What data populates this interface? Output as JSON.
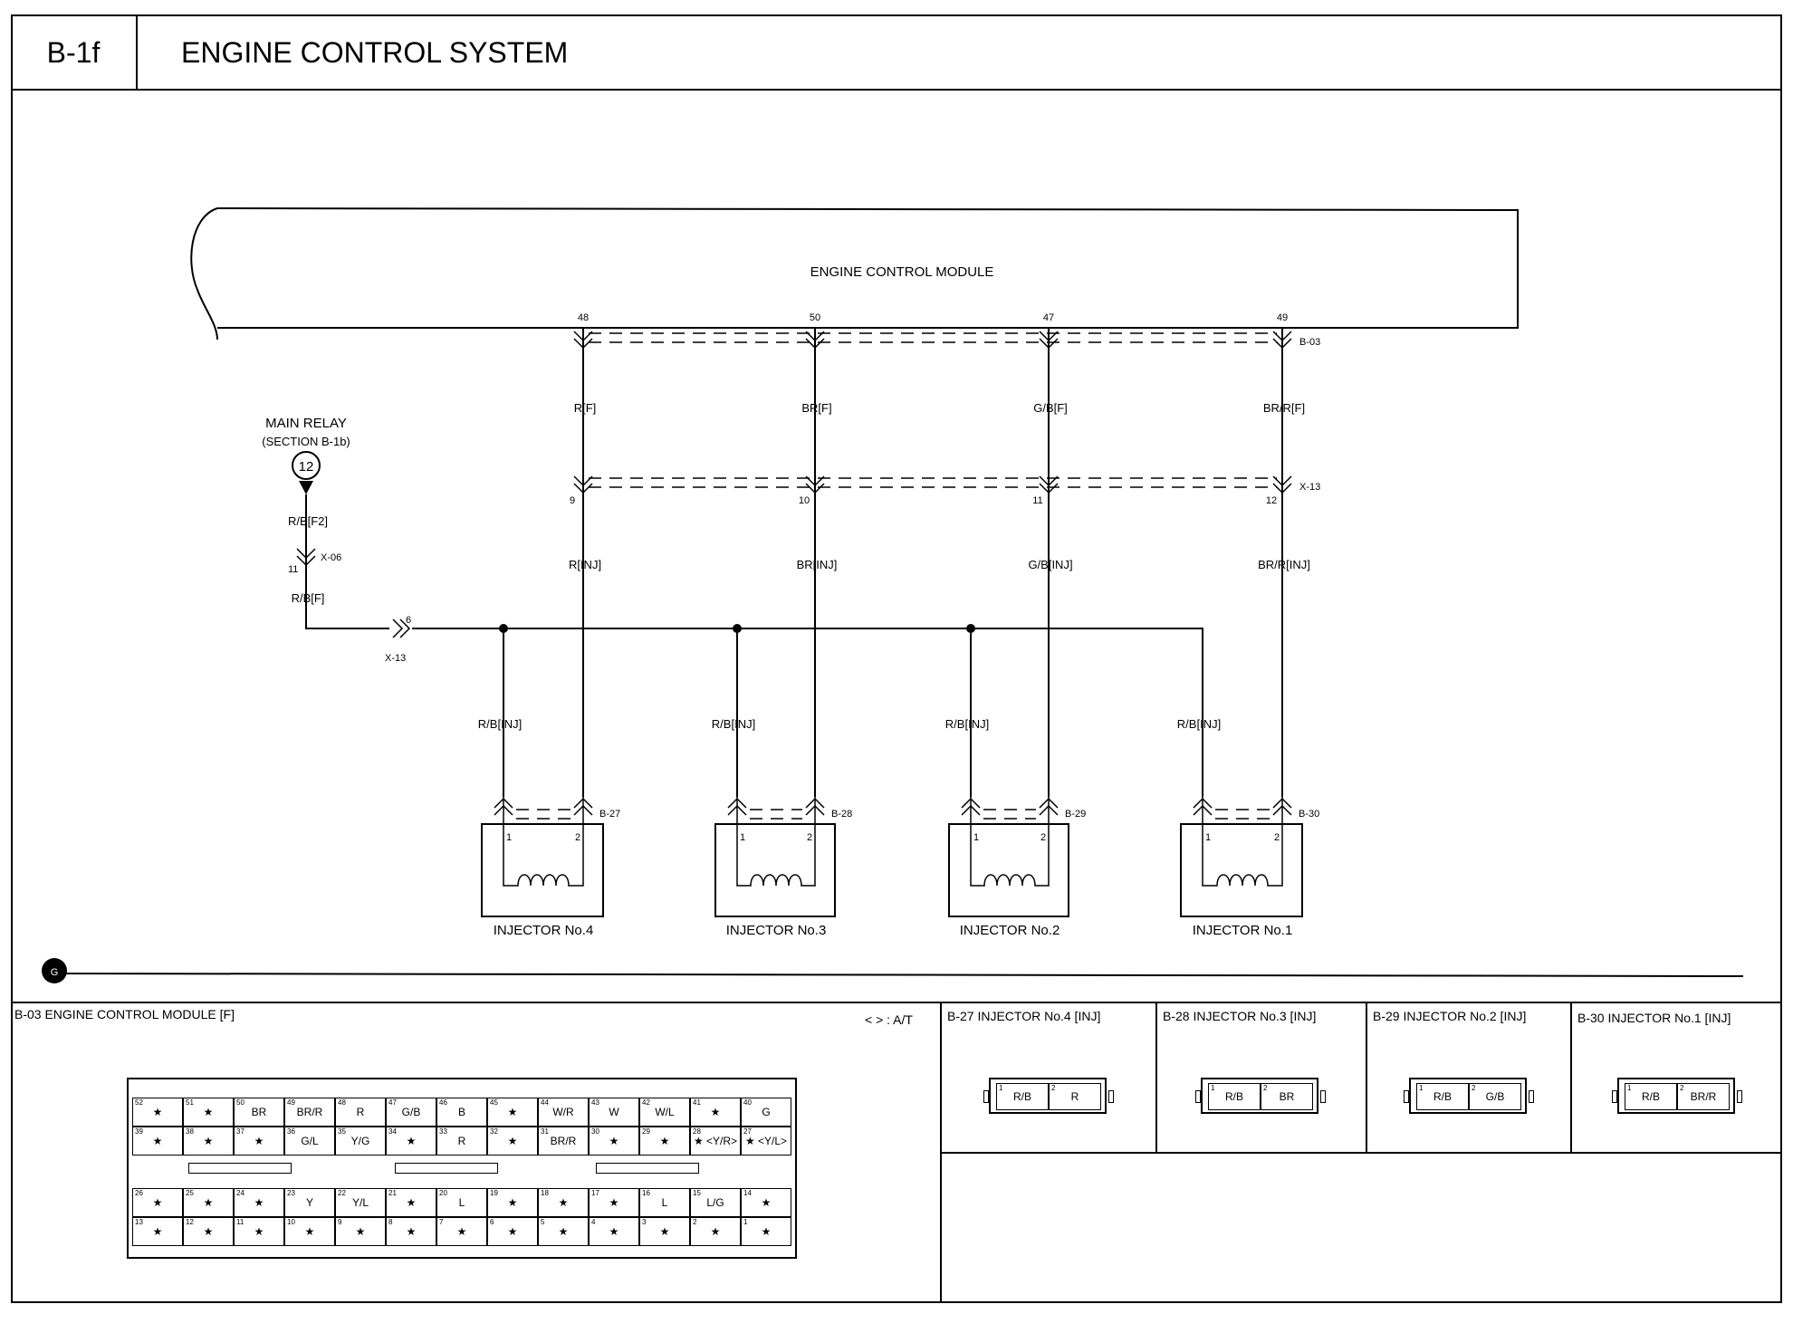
{
  "header": {
    "code": "B-1f",
    "title": "ENGINE CONTROL SYSTEM"
  },
  "ecm": {
    "label": "ENGINE CONTROL MODULE",
    "connector": "B-03"
  },
  "main_relay": {
    "label": "MAIN RELAY",
    "section": "(SECTION B-1b)",
    "ref_number": "12"
  },
  "relay_wires": {
    "w1": "R/B[F2]",
    "conn": "X-06",
    "pin": "11",
    "w2": "R/B[F]",
    "junction_conn": "X-13",
    "junction_pin": "6"
  },
  "mid_connector": "X-13",
  "channels": [
    {
      "ecm_pin": "48",
      "wire_f": "R[F]",
      "x13_pin": "9",
      "wire_inj": "R[INJ]",
      "supply": "R/B[INJ]",
      "conn": "B-27",
      "name": "INJECTOR No.4",
      "p1": "1",
      "p2": "2"
    },
    {
      "ecm_pin": "50",
      "wire_f": "BR[F]",
      "x13_pin": "10",
      "wire_inj": "BR[INJ]",
      "supply": "R/B[INJ]",
      "conn": "B-28",
      "name": "INJECTOR No.3",
      "p1": "1",
      "p2": "2"
    },
    {
      "ecm_pin": "47",
      "wire_f": "G/B[F]",
      "x13_pin": "11",
      "wire_inj": "G/B[INJ]",
      "supply": "R/B[INJ]",
      "conn": "B-29",
      "name": "INJECTOR No.2",
      "p1": "1",
      "p2": "2"
    },
    {
      "ecm_pin": "49",
      "wire_f": "BR/R[F]",
      "x13_pin": "12",
      "wire_inj": "BR/R[INJ]",
      "supply": "R/B[INJ]",
      "conn": "B-30",
      "name": "INJECTOR No.1",
      "p1": "1",
      "p2": "2"
    }
  ],
  "ground_symbol": "G",
  "bottom": {
    "ecm_title": "B-03 ENGINE CONTROL MODULE [F]",
    "at_note": "< > : A/T",
    "injector_titles": [
      "B-27 INJECTOR No.4 [INJ]",
      "B-28 INJECTOR No.3 [INJ]",
      "B-29 INJECTOR No.2 [INJ]",
      "B-30 INJECTOR No.1 [INJ]"
    ],
    "injector_pins": [
      {
        "p1": "1",
        "c1": "R/B",
        "p2": "2",
        "c2": "R"
      },
      {
        "p1": "1",
        "c1": "R/B",
        "p2": "2",
        "c2": "BR"
      },
      {
        "p1": "1",
        "c1": "R/B",
        "p2": "2",
        "c2": "G/B"
      },
      {
        "p1": "1",
        "c1": "R/B",
        "p2": "2",
        "c2": "BR/R"
      }
    ],
    "ecm_rows": [
      [
        [
          "52",
          "★"
        ],
        [
          "51",
          "★"
        ],
        [
          "50",
          "BR"
        ],
        [
          "49",
          "BR/R"
        ],
        [
          "48",
          "R"
        ],
        [
          "47",
          "G/B"
        ],
        [
          "46",
          "B"
        ],
        [
          "45",
          "★"
        ],
        [
          "44",
          "W/R"
        ],
        [
          "43",
          "W"
        ],
        [
          "42",
          "W/L"
        ],
        [
          "41",
          "★"
        ],
        [
          "40",
          "G"
        ]
      ],
      [
        [
          "39",
          "★"
        ],
        [
          "38",
          "★"
        ],
        [
          "37",
          "★"
        ],
        [
          "36",
          "G/L"
        ],
        [
          "35",
          "Y/G"
        ],
        [
          "34",
          "★"
        ],
        [
          "33",
          "R"
        ],
        [
          "32",
          "★"
        ],
        [
          "31",
          "BR/R"
        ],
        [
          "30",
          "★"
        ],
        [
          "29",
          "★"
        ],
        [
          "28",
          "★ <Y/R>"
        ],
        [
          "27",
          "★ <Y/L>"
        ]
      ],
      [
        [
          "26",
          "★"
        ],
        [
          "25",
          "★"
        ],
        [
          "24",
          "★"
        ],
        [
          "23",
          "Y"
        ],
        [
          "22",
          "Y/L"
        ],
        [
          "21",
          "★"
        ],
        [
          "20",
          "L"
        ],
        [
          "19",
          "★"
        ],
        [
          "18",
          "★"
        ],
        [
          "17",
          "★"
        ],
        [
          "16",
          "L"
        ],
        [
          "15",
          "L/G"
        ],
        [
          "14",
          "★"
        ]
      ],
      [
        [
          "13",
          "★"
        ],
        [
          "12",
          "★"
        ],
        [
          "11",
          "★"
        ],
        [
          "10",
          "★"
        ],
        [
          "9",
          "★"
        ],
        [
          "8",
          "★"
        ],
        [
          "7",
          "★"
        ],
        [
          "6",
          "★"
        ],
        [
          "5",
          "★"
        ],
        [
          "4",
          "★"
        ],
        [
          "3",
          "★"
        ],
        [
          "2",
          "★"
        ],
        [
          "1",
          "★"
        ]
      ]
    ]
  }
}
